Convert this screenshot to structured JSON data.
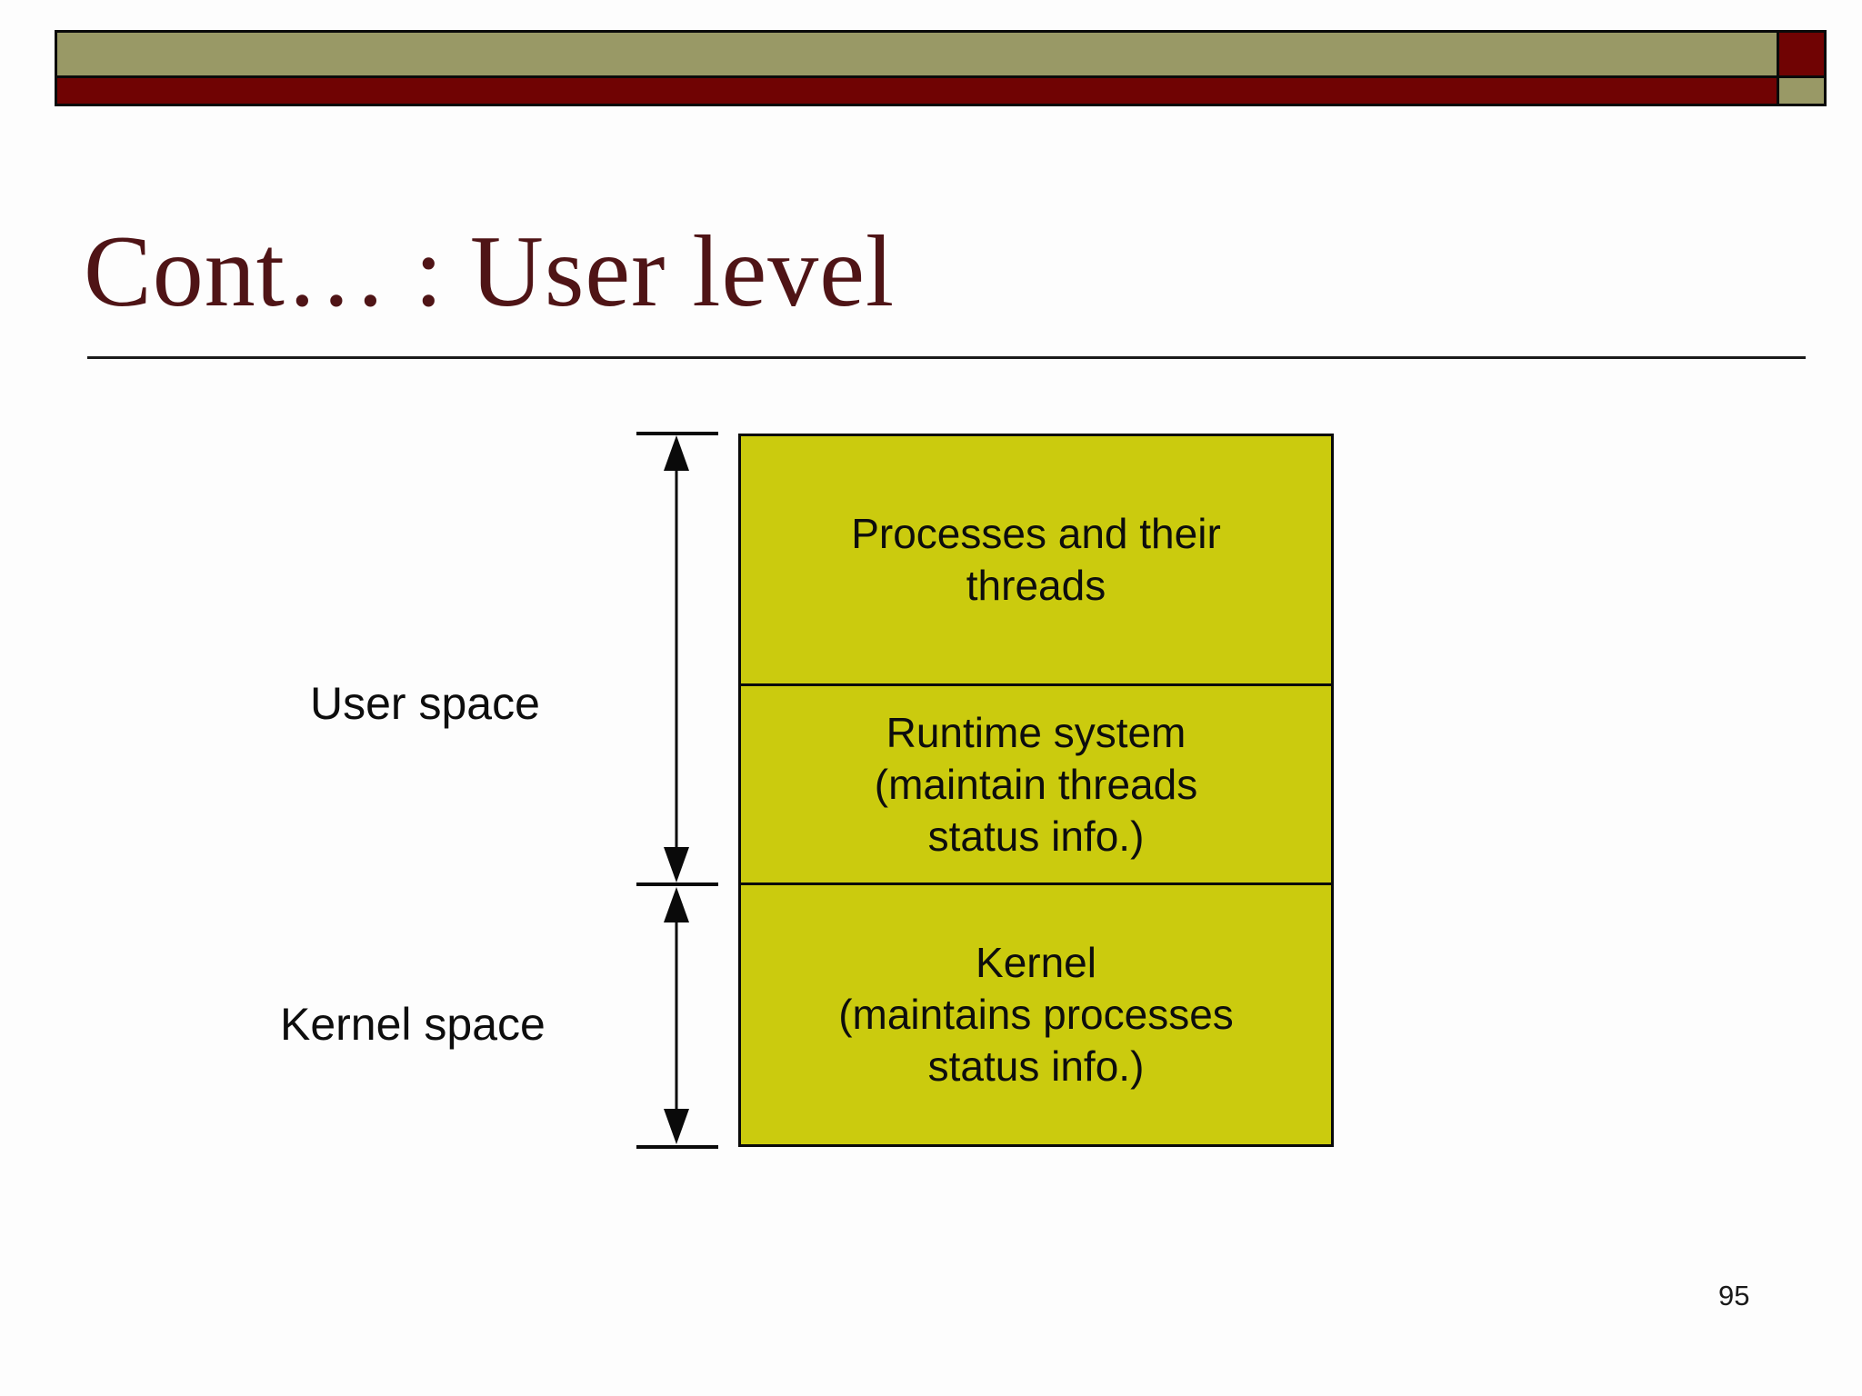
{
  "header": {
    "title": "Cont… : User level"
  },
  "colors": {
    "banner_olive": "#999966",
    "banner_maroon": "#700303",
    "title_maroon": "#4f1416",
    "box_fill": "#cbcb0e"
  },
  "diagram": {
    "sections": [
      {
        "name": "processes",
        "lines": [
          "Processes and their",
          "threads"
        ]
      },
      {
        "name": "runtime",
        "lines": [
          "Runtime system",
          "(maintain threads",
          "status info.)"
        ]
      },
      {
        "name": "kernel",
        "lines": [
          "Kernel",
          "(maintains processes",
          "status info.)"
        ]
      }
    ],
    "user_space_label": "User space",
    "kernel_space_label": "Kernel space"
  },
  "footer": {
    "page_number": "95"
  }
}
